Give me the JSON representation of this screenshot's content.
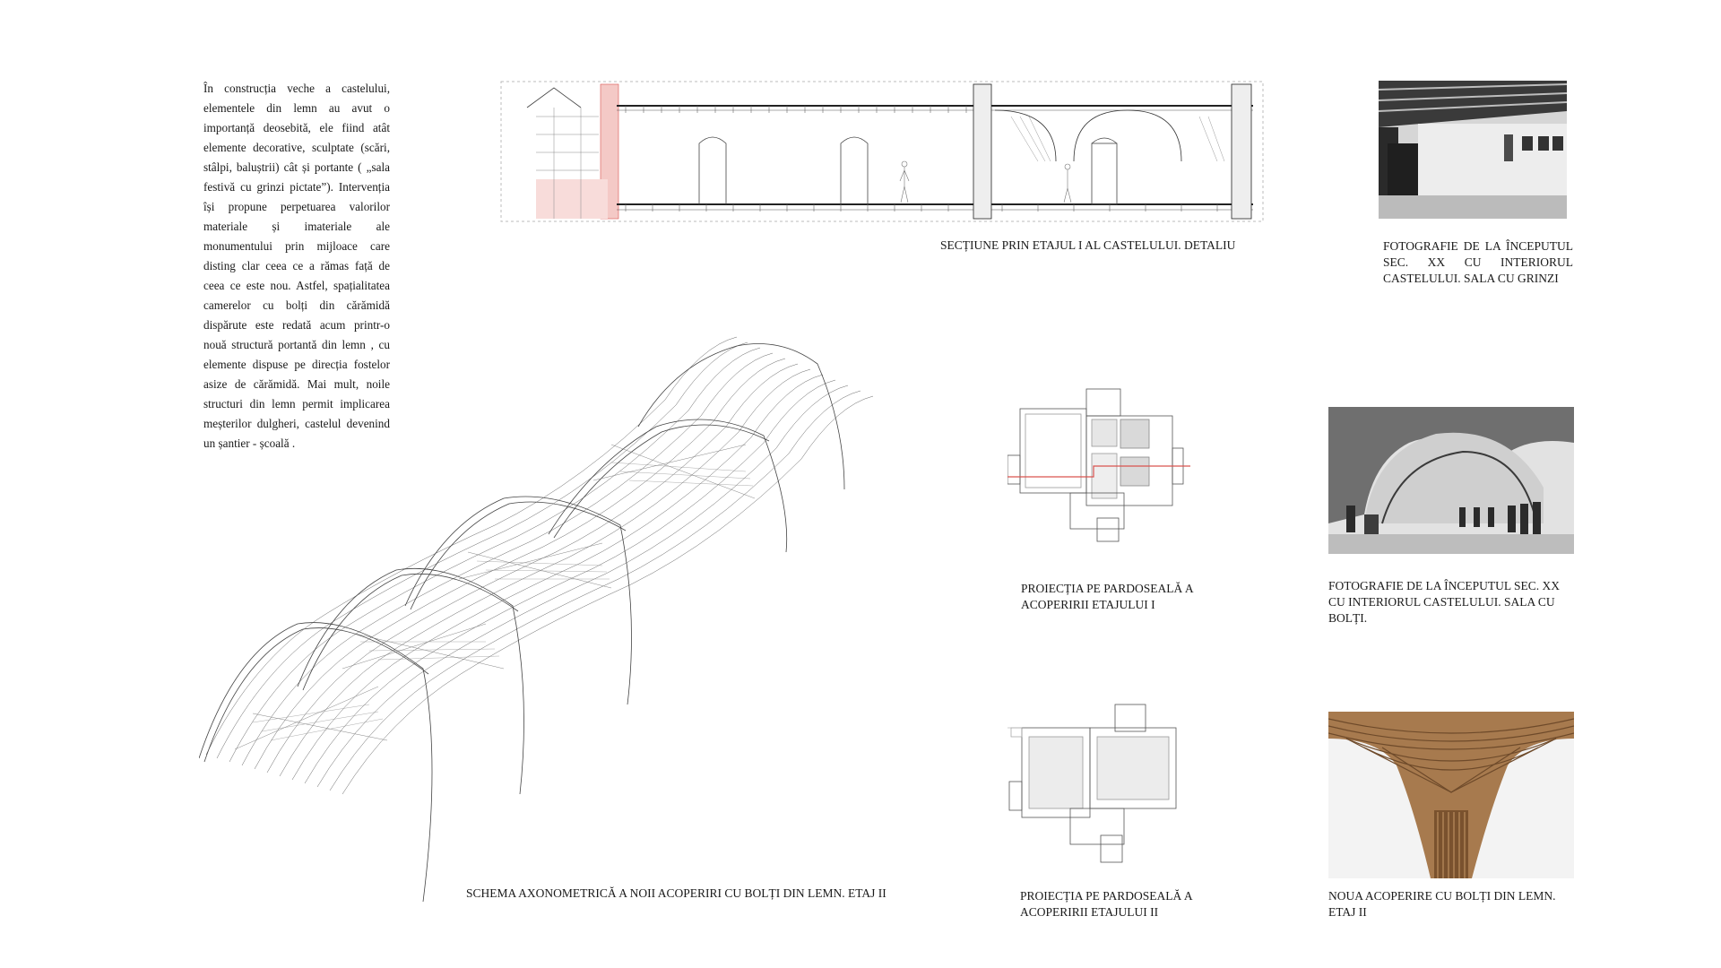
{
  "intro_text": "În construcția veche a castelului, elementele din lemn au avut o importanță deosebită, ele fiind atât elemente decorative, sculptate (scări, stâlpi, baluștrii) cât și portante ( „sala festivă cu grinzi pictate”). Intervenția își propune perpetuarea valorilor materiale și imateriale ale monumentului prin mijloace care disting clar ceea ce a rămas față de ceea ce este nou. Astfel, spațialitatea camerelor cu bolți din cărămidă dispărute este redată acum printr-o nouă structură portantă din lemn , cu elemente dispuse pe direcția fostelor asize de cărămidă. Mai mult, noile structuri din lemn permit implicarea meșterilor dulgheri, castelul devenind un șantier - școală .",
  "captions": {
    "section": "SECȚIUNE PRIN ETAJUL I AL CASTELULUI. DETALIU",
    "photo_beams": "FOTOGRAFIE DE LA ÎNCEPUTUL SEC. XX CU INTERIORUL CASTELULUI. SALA CU GRINZI",
    "plan_floor1": "PROIECȚIA PE PARDOSEALĂ A ACOPERIRII ETAJULUI I",
    "photo_vaults": "FOTOGRAFIE DE LA ÎNCEPUTUL SEC. XX CU INTERIORUL CASTELULUI. SALA CU BOLȚI.",
    "axonometric": "SCHEMA AXONOMETRICĂ A NOII ACOPERIRI CU BOLȚI DIN LEMN. ETAJ II",
    "plan_floor2": "PROIECȚIA PE PARDOSEALĂ A ACOPERIRII ETAJULUI II",
    "render_new": "NOUA ACOPERIRE CU BOLȚI DIN LEMN. ETAJ II"
  },
  "colors": {
    "line": "#333333",
    "light_line": "#9a9a9a",
    "section_red": "#d9534f",
    "pink_fill": "#f4c9c6",
    "photo_dark": "#2b2b2b",
    "wood": "#9a6e45"
  }
}
